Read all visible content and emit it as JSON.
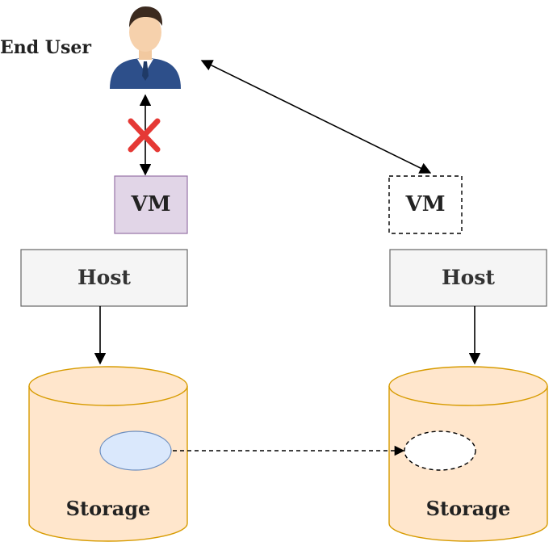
{
  "labels": {
    "end_user": "End User",
    "vm_source": "VM",
    "vm_target": "VM",
    "host_source": "Host",
    "host_target": "Host",
    "storage_source": "Storage",
    "storage_target": "Storage"
  },
  "icons": {
    "end_user": "user-avatar-icon",
    "broken_link": "red-x-icon"
  },
  "colors": {
    "vm_source_fill": "#e1d5e7",
    "vm_source_stroke": "#9673a6",
    "host_fill": "#f5f5f5",
    "host_stroke": "#666666",
    "storage_fill": "#ffe6cc",
    "storage_stroke": "#d79b00",
    "disk_source_fill": "#dae8fc",
    "disk_source_stroke": "#6c8ebf",
    "red_x": "#e53935",
    "arrow": "#000000"
  }
}
